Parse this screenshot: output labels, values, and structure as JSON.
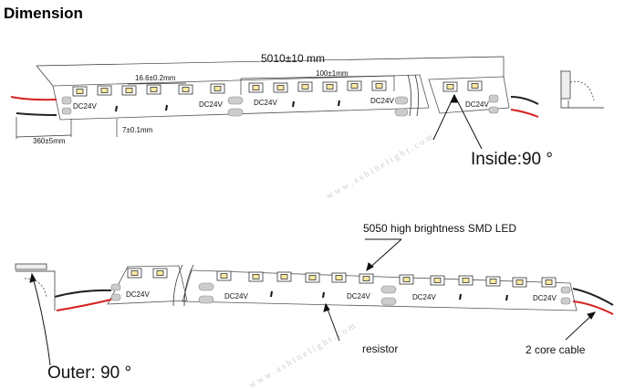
{
  "heading": "Dimension",
  "top_strip": {
    "total_length": "5010±10 mm",
    "led_pitch": "16.6±0.2mm",
    "cut_length": "100±1mm",
    "lead_length": "360±5mm",
    "width": "7±0.1mm",
    "voltage_labels": [
      "DC24V",
      "DC24V",
      "DC24V",
      "DC24V",
      "DC24V"
    ],
    "bend_label": "Inside:90 °"
  },
  "bottom_strip": {
    "led_label": "5050 high brightness SMD LED",
    "voltage_labels": [
      "DC24V",
      "DC24V",
      "DC24V",
      "DC24V",
      "DC24V"
    ],
    "resistor_label": "resistor",
    "cable_label": "2 core cable",
    "bend_label": "Outer: 90 °"
  },
  "watermark": "w w w . a s h i n e l i g h t . c o m",
  "colors": {
    "wire_red": "#d42020",
    "wire_black": "#222222",
    "outline": "#555555"
  }
}
